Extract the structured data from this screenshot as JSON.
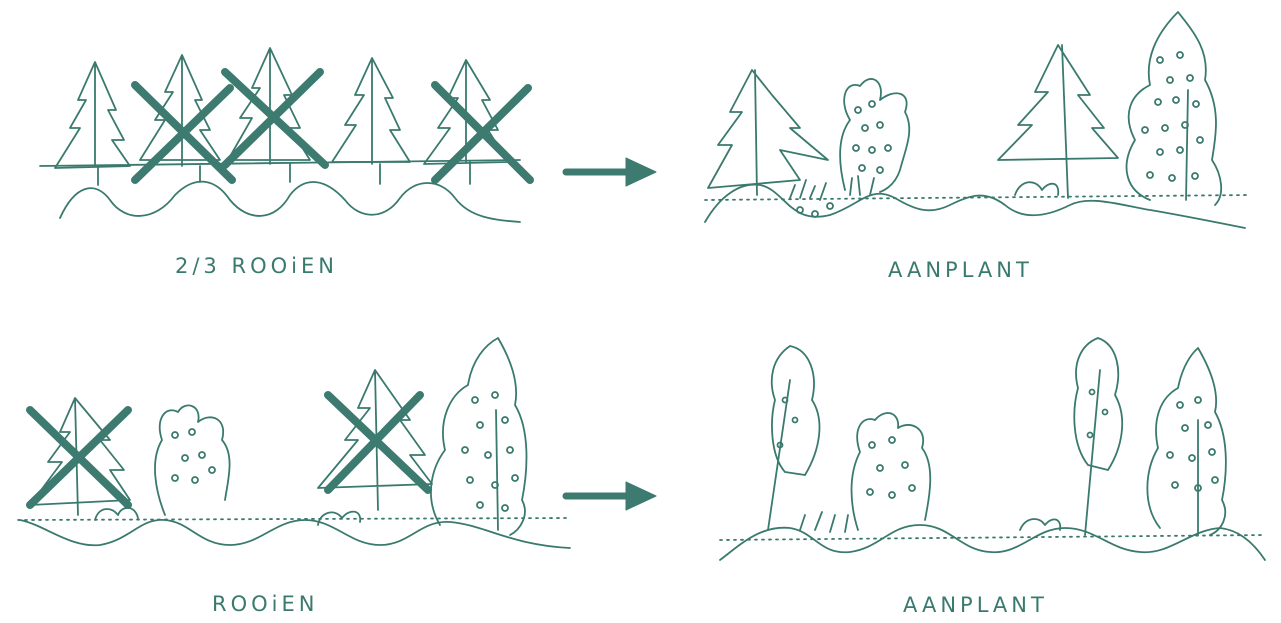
{
  "colors": {
    "ink": "#3a7a6e",
    "cross": "#3d7a70",
    "arrow": "#3d7a70",
    "background": "#ffffff"
  },
  "panels": [
    {
      "id": "top-left",
      "caption": "2/3 ROOiEN"
    },
    {
      "id": "top-right",
      "caption": "AANPLANT"
    },
    {
      "id": "bottom-left",
      "caption": "ROOiEN"
    },
    {
      "id": "bottom-right",
      "caption": "AANPLANT"
    }
  ]
}
